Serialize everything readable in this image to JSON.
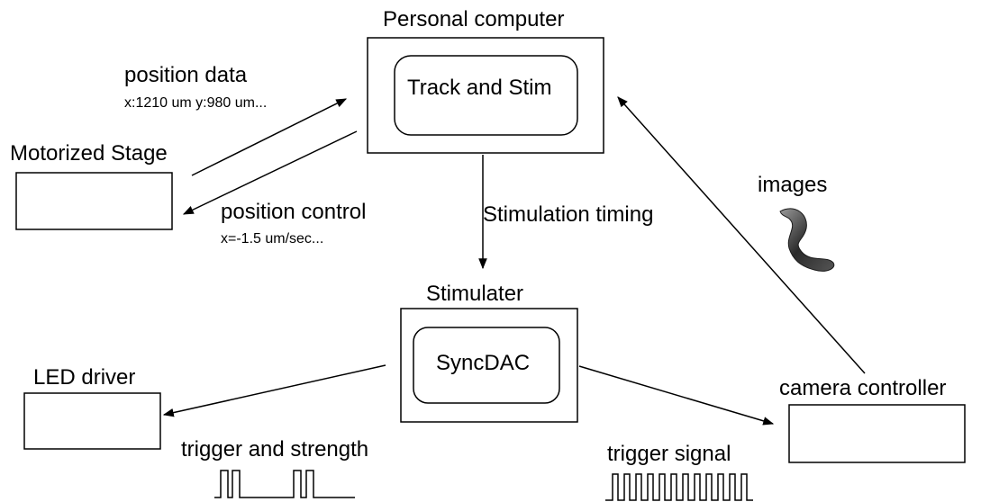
{
  "personal_computer": {
    "title": "Personal computer",
    "module": "Track and Stim"
  },
  "stimulater": {
    "title": "Stimulater",
    "module": "SyncDAC"
  },
  "motorized_stage": {
    "title": "Motorized Stage"
  },
  "led_driver": {
    "title": "LED driver"
  },
  "camera_controller": {
    "title": "camera controller"
  },
  "position_data": {
    "label": "position data",
    "example": "x:1210 um y:980 um..."
  },
  "position_control": {
    "label": "position control",
    "example": "x=-1.5 um/sec..."
  },
  "stimulation_timing": {
    "label": "Stimulation timing"
  },
  "images": {
    "label": "images",
    "icon": "worm-icon"
  },
  "trigger_strength": {
    "label": "trigger and strength"
  },
  "trigger_signal": {
    "label": "trigger signal"
  }
}
